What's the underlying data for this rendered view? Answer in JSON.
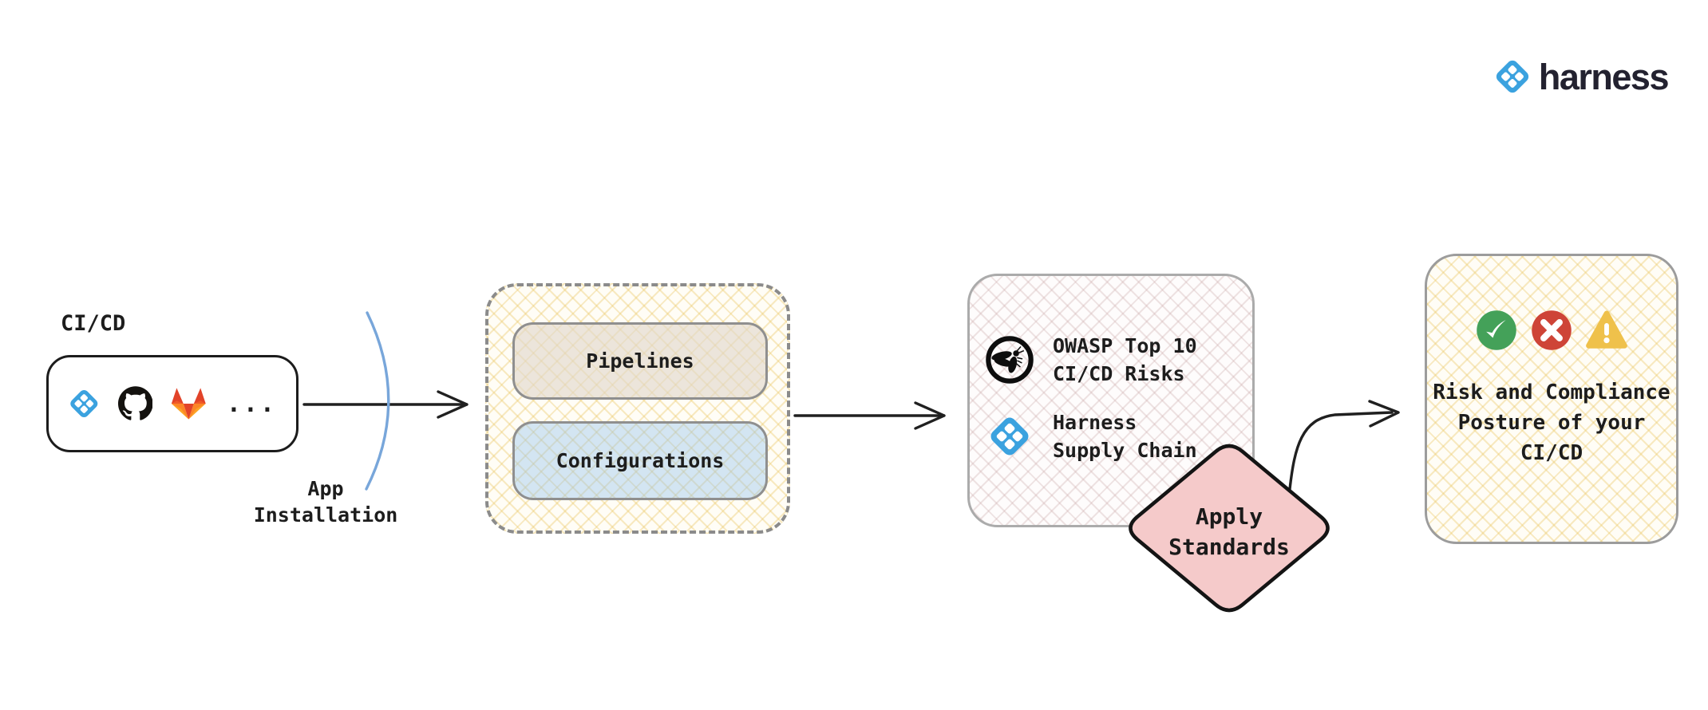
{
  "brand": {
    "name": "harness"
  },
  "colors": {
    "harness_blue": "#3ba2df",
    "diamond_pink": "#f5caca",
    "check_green": "#44a159",
    "cross_red": "#ce4437",
    "warning_amber": "#efc14b",
    "arrow": "#202020",
    "arc_blue": "#78a6da"
  },
  "source": {
    "label": "CI/CD",
    "icons": [
      "harness-icon",
      "github-icon",
      "gitlab-icon"
    ],
    "ellipsis": "..."
  },
  "app_installation": {
    "line1": "App",
    "line2": "Installation"
  },
  "group_box": {
    "pipelines_label": "Pipelines",
    "configurations_label": "Configurations"
  },
  "standards_box": {
    "items": [
      {
        "icon": "owasp-icon",
        "line1": "OWASP Top 10",
        "line2": "CI/CD Risks"
      },
      {
        "icon": "harness-icon",
        "line1": "Harness",
        "line2": "Supply Chain"
      }
    ]
  },
  "decision": {
    "line1": "Apply",
    "line2": "Standards"
  },
  "result_box": {
    "icons": [
      "check-icon",
      "cross-icon",
      "warning-icon"
    ],
    "line1": "Risk and Compliance",
    "line2": "Posture of your",
    "line3": "CI/CD"
  }
}
